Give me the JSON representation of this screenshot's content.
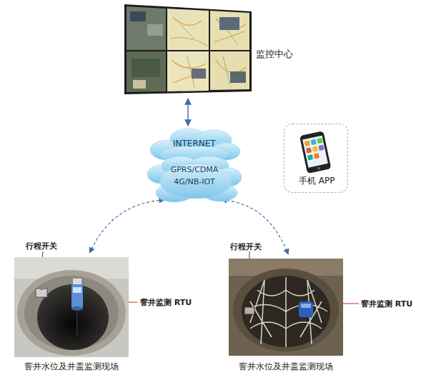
{
  "diagram": {
    "nodes": [
      {
        "text": [
          "监控中心"
        ]
      },
      {
        "text": [
          "INTERNET",
          "GPRS/CDMA 4G/NB-IOT"
        ]
      },
      {
        "text": [
          "手机 APP"
        ]
      },
      {
        "text": [
          "窨井水位及井盖监测现场"
        ]
      },
      {
        "text": [
          "窨井水位及井盖监测现场"
        ]
      }
    ],
    "edges": [
      {
        "from": 0,
        "to": 1,
        "arrow": "both"
      },
      {
        "from": 1,
        "to": 3,
        "arrow": "both"
      },
      {
        "from": 1,
        "to": 4,
        "arrow": "both"
      }
    ],
    "labels": [
      "行程开关",
      "窨井监测 RTU",
      "行程开关",
      "窨井监测 RTU"
    ]
  }
}
